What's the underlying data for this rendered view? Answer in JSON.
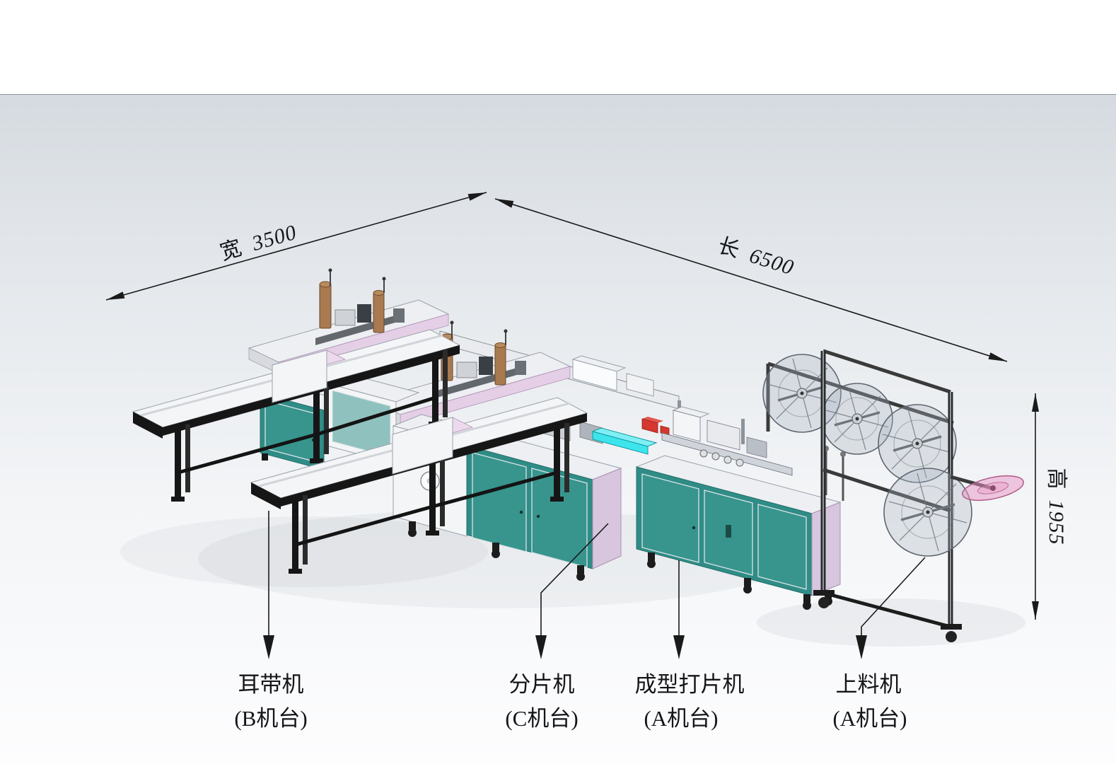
{
  "dimensions": {
    "width": {
      "label": "宽",
      "value": "3500"
    },
    "length": {
      "label": "长",
      "value": "6500"
    },
    "height": {
      "label": "高",
      "value": "1955"
    }
  },
  "machines": [
    {
      "id": "earloop",
      "name": "耳带机",
      "station": "(B机台)"
    },
    {
      "id": "slicing",
      "name": "分片机",
      "station": "(C机台)"
    },
    {
      "id": "forming",
      "name": "成型打片机",
      "station": "(A机台)"
    },
    {
      "id": "feeding",
      "name": "上料机",
      "station": "(A机台)"
    }
  ],
  "colors": {
    "machine_teal": "#2F8C86",
    "panel_lavender": "#D8C6DE",
    "panel_white": "#F4F5F7",
    "frame_black": "#161616",
    "highlight_cyan": "#3EE4EC",
    "accent_red": "#D6372E",
    "roll_translucent": "#ACB4C0",
    "roll_pink": "#E794C4",
    "copper": "#A87A50"
  }
}
